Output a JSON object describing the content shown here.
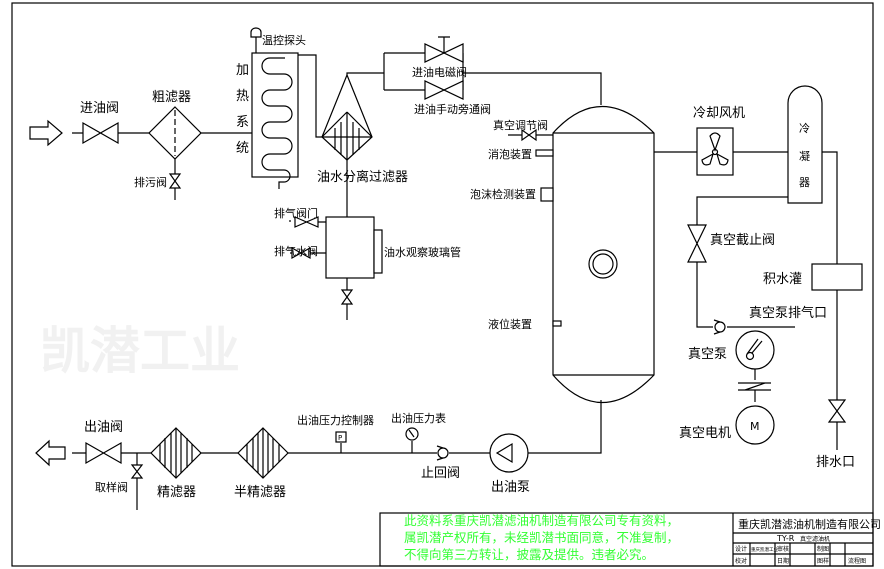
{
  "labels": {
    "inlet_valve": "进油阀",
    "coarse_filter": "粗滤器",
    "drain_valve": "排污阀",
    "heating_system": [
      "加",
      "热",
      "系",
      "统"
    ],
    "temp_probe": "温控探头",
    "solenoid_valve": "进油电磁阀",
    "bypass_valve": "进油手动旁通阀",
    "separator": "油水分离过滤器",
    "vent_valve": "排气阀门",
    "vent_water_valve": "排气水阀",
    "glass_tube": "油水观察玻璃管",
    "vacuum_adjust_valve": "真空调节阀",
    "defoamer": "消泡装置",
    "foam_detector": "泡沫检测装置",
    "level_device": "液位装置",
    "cooling_fan": "冷却风机",
    "condenser": [
      "冷",
      "凝",
      "器"
    ],
    "vacuum_stop_valve": "真空截止阀",
    "water_tank": "积水灌",
    "pump_exhaust": "真空泵排气口",
    "vacuum_pump": "真空泵",
    "vacuum_motor": "真空电机",
    "motor_symbol": "M",
    "drain_outlet": "排水口",
    "outlet_valve": "出油阀",
    "sample_valve": "取样阀",
    "fine_filter": "精滤器",
    "semi_fine_filter": "半精滤器",
    "pressure_controller": "出油压力控制器",
    "pressure_switch_symbol": "P",
    "pressure_gauge": "出油压力表",
    "check_valve": "止回阀",
    "outlet_pump": "出油泵"
  },
  "watermark": "凯潜工业",
  "notice": [
    "此资料系重庆凯潜滤油机制造有限公司专有资料，",
    "属凯潜产权所有，未经凯潜书面同意，不准复制，",
    "不得向第三方转让，披露及提供。违者必究。"
  ],
  "title_block": {
    "company": "重庆凯潜滤油机制造有限公司",
    "model": "TY-R",
    "product": "真空滤油机",
    "row1": [
      "设计",
      "重庆凯潜工业",
      "审核",
      "",
      "制图",
      ""
    ],
    "row2": [
      "校对",
      "",
      "日期",
      "",
      "图样",
      "流程图"
    ]
  },
  "colors": {
    "notice_text": "#33ff33",
    "line": "#000000"
  }
}
